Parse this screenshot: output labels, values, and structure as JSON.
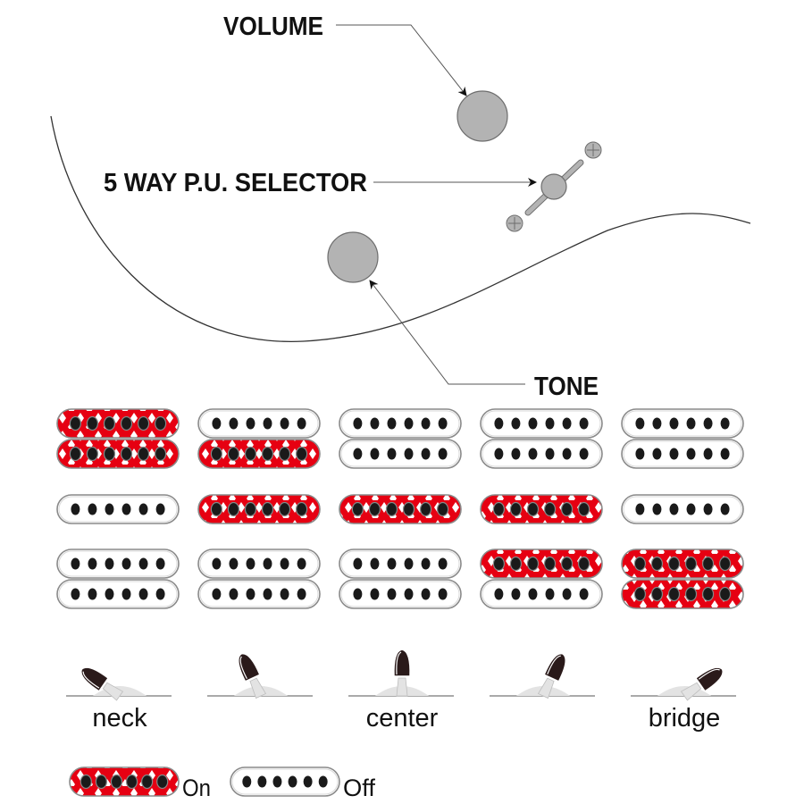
{
  "colors": {
    "on_fill": "#e60012",
    "off_fill": "#ffffff",
    "pole": "#1a1a1a",
    "knob": "#b3b3b3",
    "knob_stroke": "#6d6d6d",
    "line": "#555555",
    "body_line": "#333333",
    "switch_tip": "#2a1a1a",
    "switch_base": "#e3e3e3"
  },
  "controls": {
    "volume_label": "VOLUME",
    "selector_label": "5 WAY P.U. SELECTOR",
    "tone_label": "TONE"
  },
  "pickups": {
    "layout": [
      "humbucker",
      "single",
      "humbucker"
    ],
    "pole_count": 6,
    "positions": [
      {
        "neck_coils": [
          "on",
          "on"
        ],
        "middle": "off",
        "bridge_coils": [
          "off",
          "off"
        ],
        "switch_angle_deg": -55,
        "label": "neck"
      },
      {
        "neck_coils": [
          "off",
          "on"
        ],
        "middle": "on",
        "bridge_coils": [
          "off",
          "off"
        ],
        "switch_angle_deg": -25,
        "label": ""
      },
      {
        "neck_coils": [
          "off",
          "off"
        ],
        "middle": "on",
        "bridge_coils": [
          "off",
          "off"
        ],
        "switch_angle_deg": 0,
        "label": "center"
      },
      {
        "neck_coils": [
          "off",
          "off"
        ],
        "middle": "on",
        "bridge_coils": [
          "on",
          "off"
        ],
        "switch_angle_deg": 25,
        "label": ""
      },
      {
        "neck_coils": [
          "off",
          "off"
        ],
        "middle": "off",
        "bridge_coils": [
          "on",
          "on"
        ],
        "switch_angle_deg": 55,
        "label": "bridge"
      }
    ]
  },
  "legend": {
    "on_label": "On",
    "off_label": "Off"
  }
}
